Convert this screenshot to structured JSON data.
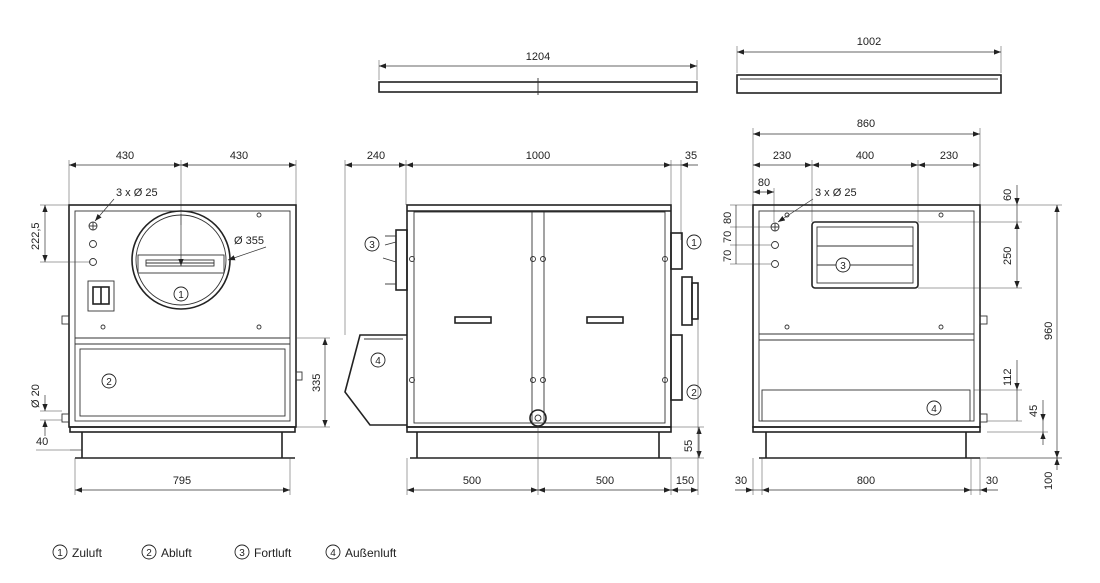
{
  "top_views": {
    "left_width": "1204",
    "right_width": "1002"
  },
  "front_view": {
    "width_left": "430",
    "width_right": "430",
    "holes": "3 x Ø 25",
    "height_top": "222,5",
    "duct_diameter": "Ø 355",
    "lower_height": "335",
    "pipe_diameter": "Ø 20",
    "offset_bottom": "40",
    "total_width": "795",
    "marker_supply": "1",
    "marker_extract": "2"
  },
  "side_view": {
    "left_overhang": "240",
    "width": "1000",
    "right_overhang": "35",
    "bottom_left": "500",
    "bottom_right": "500",
    "bottom_extra": "150",
    "foot_height": "55",
    "marker_exhaust": "3",
    "marker_outdoor": "4",
    "marker_supply": "1",
    "marker_extract": "2"
  },
  "rear_view": {
    "total_width": "860",
    "w_left": "230",
    "w_mid": "400",
    "w_right": "230",
    "hole_offset": "80",
    "holes": "3 x Ø 25",
    "top_offset": "60",
    "spacing_1": "80",
    "spacing_2": "70",
    "spacing_3": "70",
    "opening_height": "250",
    "total_height": "960",
    "grid_height": "112",
    "gap_45": "45",
    "foot_100": "100",
    "bottom_left": "30",
    "bottom_mid": "800",
    "bottom_right": "30",
    "marker_exhaust": "3",
    "marker_outdoor": "4"
  },
  "legend": [
    {
      "number": "1",
      "label": "Zuluft"
    },
    {
      "number": "2",
      "label": "Abluft"
    },
    {
      "number": "3",
      "label": "Fortluft"
    },
    {
      "number": "4",
      "label": "Außenluft"
    }
  ]
}
